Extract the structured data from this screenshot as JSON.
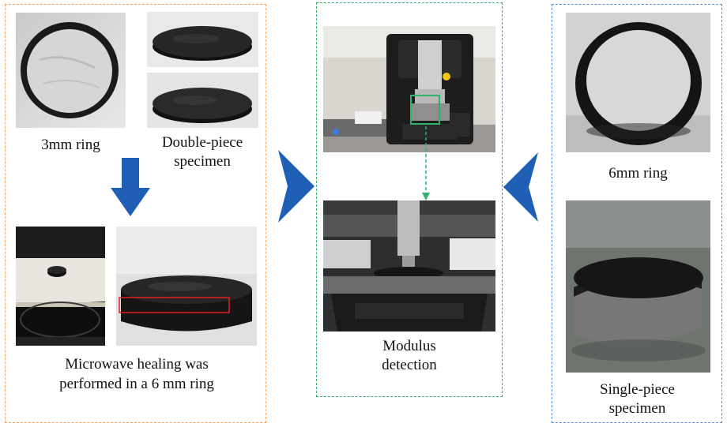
{
  "left_panel": {
    "caption_ring": "3mm ring",
    "caption_double_line1": "Double-piece",
    "caption_double_line2": "specimen",
    "caption_microwave_line1": "Microwave healing was",
    "caption_microwave_line2": "performed in a 6 mm ring"
  },
  "center_panel": {
    "caption_line1": "Modulus",
    "caption_line2": "detection"
  },
  "right_panel": {
    "caption_ring": "6mm ring",
    "caption_single_line1": "Single-piece",
    "caption_single_line2": "specimen"
  },
  "colors": {
    "left_border": "#f4a460",
    "center_border": "#2db36b",
    "right_border": "#5b8fd6",
    "arrow_blue": "#1f5fb5",
    "highlight_red": "#e02020",
    "highlight_green": "#2db36b"
  }
}
